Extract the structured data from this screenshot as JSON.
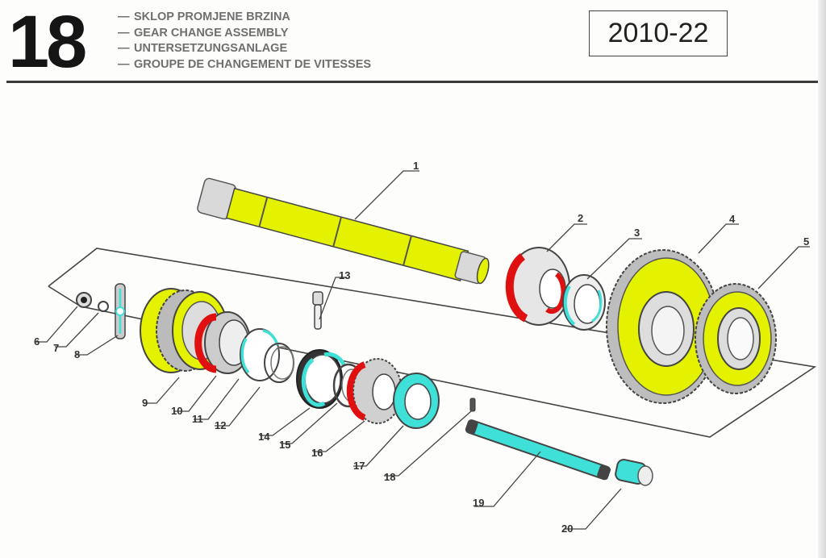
{
  "header": {
    "section_number": "18",
    "titles": [
      "SKLOP PROMJENE BRZINA",
      "GEAR CHANGE ASSEMBLY",
      "UNTERSETZUNGSANLAGE",
      "GROUPE DE CHANGEMENT DE VITESSES"
    ],
    "dash": "—",
    "drawing_code": "2010-22"
  },
  "colors": {
    "highlight_yellow": "#e4f200",
    "highlight_cyan": "#3fe0d8",
    "highlight_red": "#e01010",
    "line": "#444444"
  },
  "parts": [
    {
      "no": "1",
      "highlight": "yellow"
    },
    {
      "no": "2",
      "highlight": "red"
    },
    {
      "no": "3",
      "highlight": "cyan"
    },
    {
      "no": "4",
      "highlight": "yellow"
    },
    {
      "no": "5",
      "highlight": "yellow"
    },
    {
      "no": "6",
      "highlight": "none"
    },
    {
      "no": "7",
      "highlight": "none"
    },
    {
      "no": "8",
      "highlight": "cyan"
    },
    {
      "no": "9",
      "highlight": "yellow"
    },
    {
      "no": "10",
      "highlight": "red"
    },
    {
      "no": "11",
      "highlight": "cyan"
    },
    {
      "no": "12",
      "highlight": "none"
    },
    {
      "no": "13",
      "highlight": "none"
    },
    {
      "no": "14",
      "highlight": "cyan"
    },
    {
      "no": "15",
      "highlight": "none"
    },
    {
      "no": "16",
      "highlight": "red"
    },
    {
      "no": "17",
      "highlight": "cyan"
    },
    {
      "no": "18",
      "highlight": "none"
    },
    {
      "no": "19",
      "highlight": "cyan"
    },
    {
      "no": "20",
      "highlight": "cyan"
    }
  ]
}
